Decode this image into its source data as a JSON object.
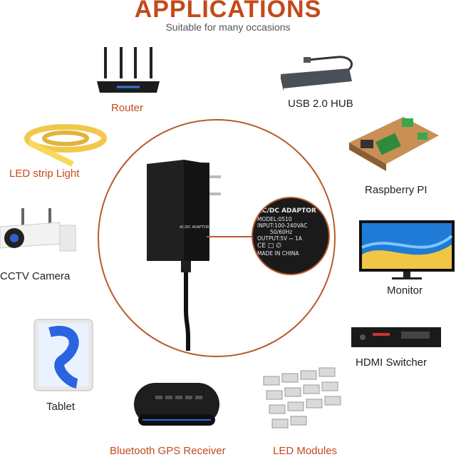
{
  "header": {
    "title": "APPLICATIONS",
    "subtitle": "Suitable for many occasions"
  },
  "applications": [
    {
      "label": "Router",
      "icon": "router-icon"
    },
    {
      "label": "USB 2.0 HUB",
      "icon": "usb-hub-icon"
    },
    {
      "label": "LED strip Light",
      "icon": "led-strip-icon"
    },
    {
      "label": "Raspberry PI",
      "icon": "raspberry-pi-icon"
    },
    {
      "label": "CCTV Camera",
      "icon": "cctv-camera-icon"
    },
    {
      "label": "Monitor",
      "icon": "monitor-icon"
    },
    {
      "label": "HDMI Switcher",
      "icon": "hdmi-switcher-icon"
    },
    {
      "label": "Tablet",
      "icon": "tablet-icon"
    },
    {
      "label": "Bluetooth GPS Receiver",
      "icon": "gps-receiver-icon"
    },
    {
      "label": "LED Modules",
      "icon": "led-modules-icon"
    }
  ],
  "adapter_label": {
    "line1": "AC/DC ADAPTOR",
    "line2": "MODEL:0510",
    "line3": "INPUT:100-240VAC",
    "line4": "50/60Hz",
    "line5": "OUTPUT:5V ⎓ 1A",
    "line6": "CE □ ∅",
    "line7": "MADE IN CHINA"
  },
  "colors": {
    "accent": "#c24a1b",
    "circle": "#b95a2c"
  }
}
